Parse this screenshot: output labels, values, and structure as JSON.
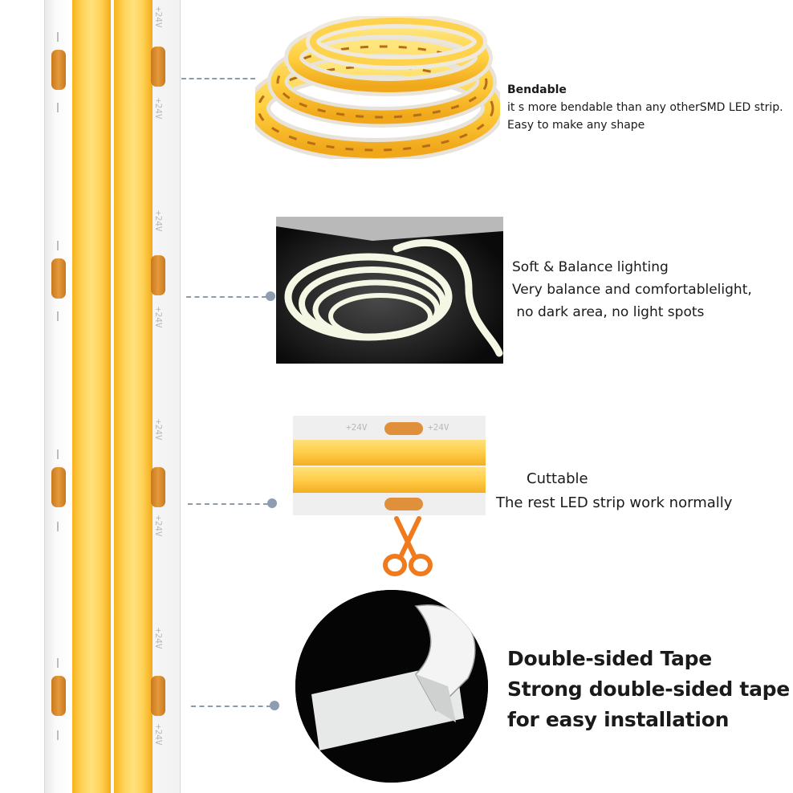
{
  "strip": {
    "voltage_label": "+24V",
    "colors": {
      "led": "#ffd257",
      "pad": "#e59a3d",
      "substrate": "#f4f4f4"
    }
  },
  "features": [
    {
      "title": "Bendable",
      "lines": [
        "it s more bendable than any otherSMD LED strip.",
        "Easy to make any shape"
      ]
    },
    {
      "title": "Soft & Balance lighting",
      "lines": [
        "Very balance and comfortablelight,",
        " no dark area, no light spots"
      ]
    },
    {
      "title": "Cuttable",
      "lines": [
        "The rest LED strip work normally"
      ]
    },
    {
      "title": "Double-sided Tape",
      "lines": [
        "Strong double-sided tape",
        "for easy installation"
      ]
    }
  ],
  "cut_photo": {
    "voltage_label": "+24V"
  },
  "icons": {
    "scissors": "scissors-icon",
    "accent": "#f07a1e"
  }
}
